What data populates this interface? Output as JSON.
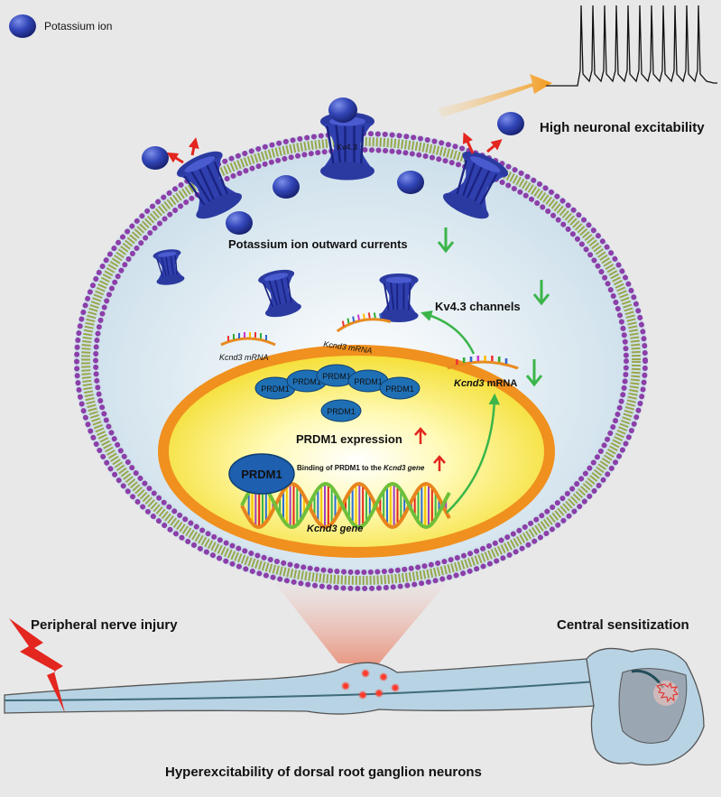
{
  "legend": {
    "potassium_label": "Potassium ion"
  },
  "labels": {
    "high_excitability": "High neuronal excitability",
    "outward_currents": "Potassium ion outward currents",
    "kv43_channels": "Kv4.3 channels",
    "kcnd3_mrna_left": "Kcnd3 mRNA",
    "kcnd3_mrna_mid": "Kcnd3 mRNA",
    "kcnd3_mrna_right_italic": "Kcnd3",
    "kcnd3_mrna_right_plain": " mRNA",
    "prdm1_expression": "PRDM1 expression",
    "binding_prefix": "Binding of PRDM1 to the ",
    "binding_gene": "Kcnd3 gene",
    "kcnd3_gene": "Kcnd3 gene",
    "peripheral_injury": "Peripheral nerve injury",
    "central_sensitization": "Central sensitization",
    "bottom_caption": "Hyperexcitability of dorsal root ganglion neurons"
  },
  "prdm1": {
    "large": "PRDM1",
    "small": [
      "PRDM1",
      "PRDM1",
      "PRDM1",
      "PRDM1",
      "PRDM1",
      "PRDM1"
    ]
  },
  "channel_label": "Kv4.3",
  "colors": {
    "background": "#e8e8e9",
    "cell_interior": "#dbe9f2",
    "nucleus_fill": "#fff27a",
    "nucleus_border": "#f0901e",
    "ion_blue": "#2b3da4",
    "lipid_head": "#8c3fa8",
    "down_arrow": "#3bb54a",
    "up_arrow": "#e3261f",
    "orange_arrow": "#f39a1a"
  }
}
